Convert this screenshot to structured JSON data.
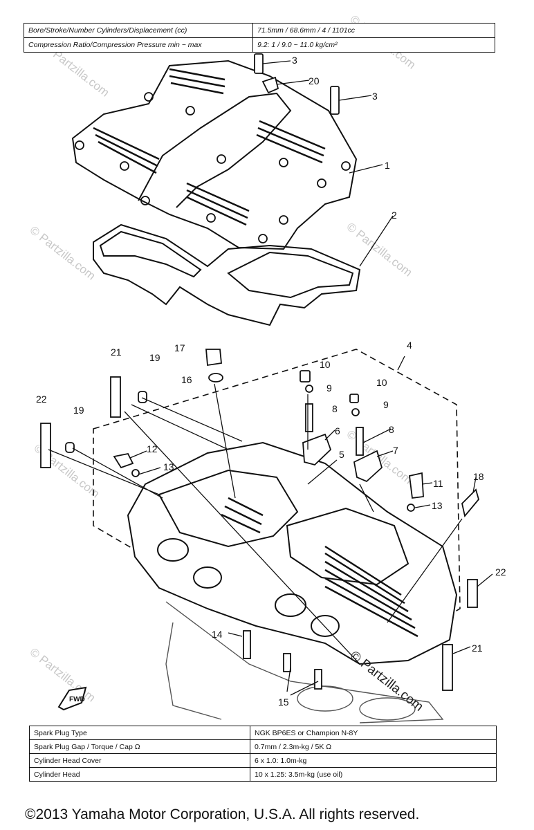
{
  "top_specs": [
    {
      "label": "Bore/Stroke/Number Cylinders/Displacement (cc)",
      "value": "71.5mm / 68.6mm / 4 / 1101cc"
    },
    {
      "label": "Compression Ratio/Compression Pressure min ~ max",
      "value": "9.2: 1 / 9.0 ~ 11.0 kg/cm²"
    }
  ],
  "callouts": {
    "c1": "1",
    "c2": "2",
    "c3a": "3",
    "c3b": "3",
    "c4": "4",
    "c5": "5",
    "c6": "6",
    "c7": "7",
    "c8a": "8",
    "c8b": "8",
    "c9a": "9",
    "c9b": "9",
    "c10a": "10",
    "c10b": "10",
    "c11": "11",
    "c12": "12",
    "c13a": "13",
    "c13b": "13",
    "c14": "14",
    "c15": "15",
    "c16": "16",
    "c17": "17",
    "c18": "18",
    "c19a": "19",
    "c19b": "19",
    "c20": "20",
    "c21a": "21",
    "c21b": "21",
    "c22a": "22",
    "c22b": "22"
  },
  "arrow_label": "FWD",
  "watermarks": [
    "© Partzilla.com",
    "© Partzilla.com",
    "© Partzilla.com",
    "© Partzilla.com",
    "© Partzilla.com",
    "© Partzilla.com",
    "© Partzilla.com"
  ],
  "watermark_strong": "© Partzilla.com",
  "bottom_specs": [
    {
      "label": "Spark Plug Type",
      "value": "NGK BP6ES or Champion N-8Y"
    },
    {
      "label": "Spark Plug Gap / Torque / Cap Ω",
      "value": "0.7mm / 2.3m-kg / 5K Ω"
    },
    {
      "label": "Cylinder Head Cover",
      "value": "6 x 1.0: 1.0m-kg"
    },
    {
      "label": "Cylinder Head",
      "value": "10 x 1.25: 3.5m-kg (use oil)"
    }
  ],
  "copyright": "©2013 Yamaha Motor Corporation, U.S.A. All rights reserved."
}
